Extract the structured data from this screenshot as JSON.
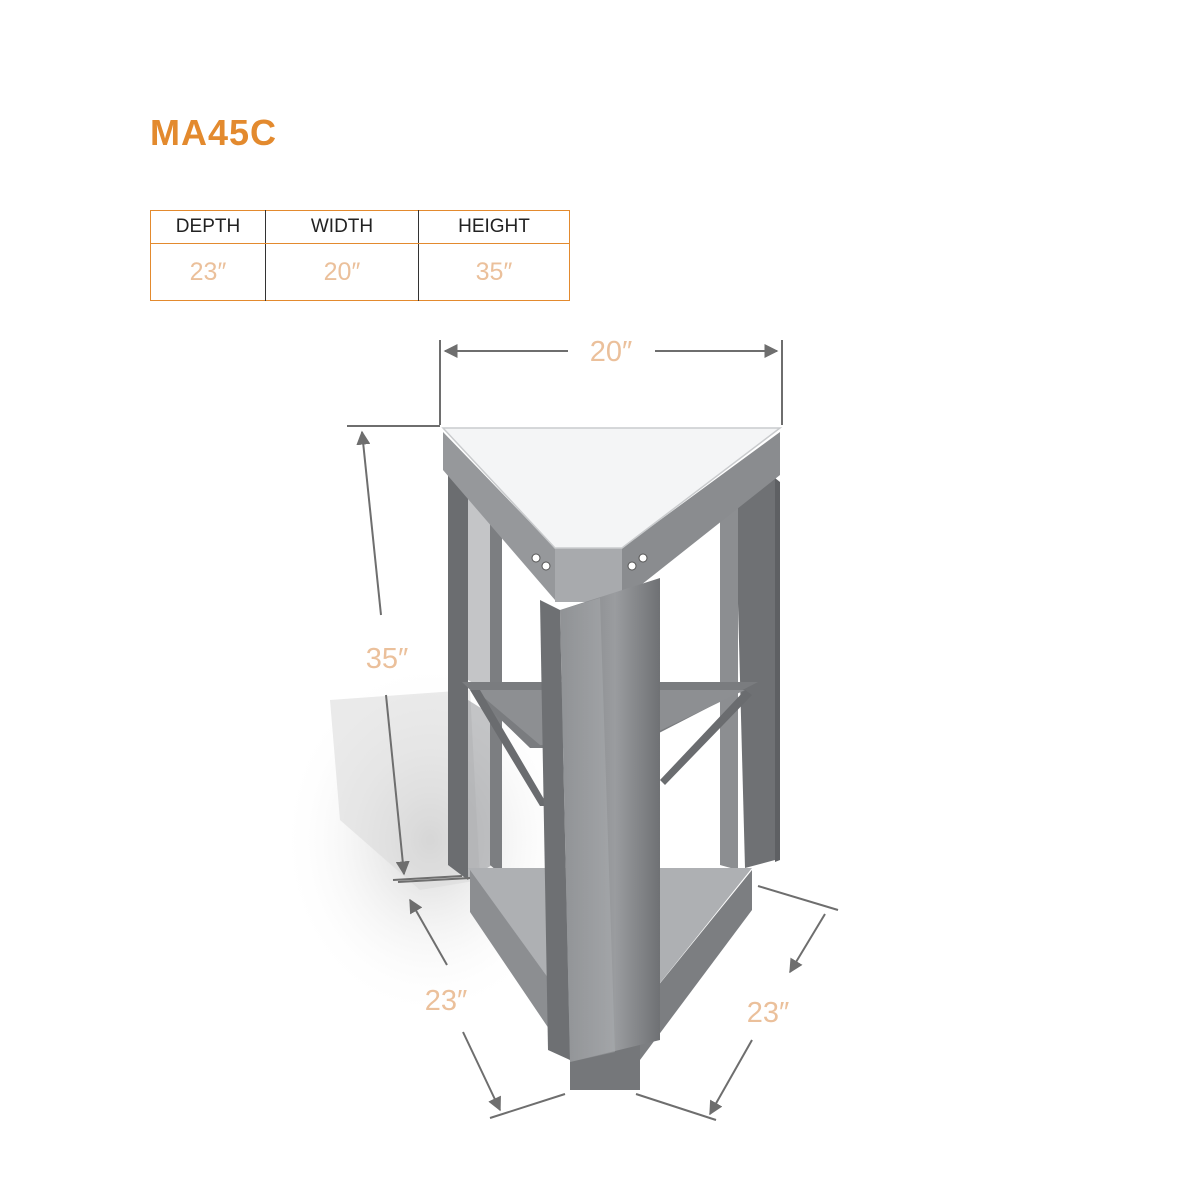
{
  "product": {
    "model": "MA45C"
  },
  "specs": {
    "headers": {
      "depth": "DEPTH",
      "width": "WIDTH",
      "height": "HEIGHT"
    },
    "values": {
      "depth": "23″",
      "width": "20″",
      "height": "35″"
    }
  },
  "dimensions": {
    "top_width": "20″",
    "height": "35″",
    "left_depth": "23″",
    "right_depth": "23″"
  },
  "colors": {
    "accent": "#e38a2e",
    "dimension_text": "#ebc09b",
    "steel": "#8a8c8f",
    "top": "#f4f5f6"
  }
}
